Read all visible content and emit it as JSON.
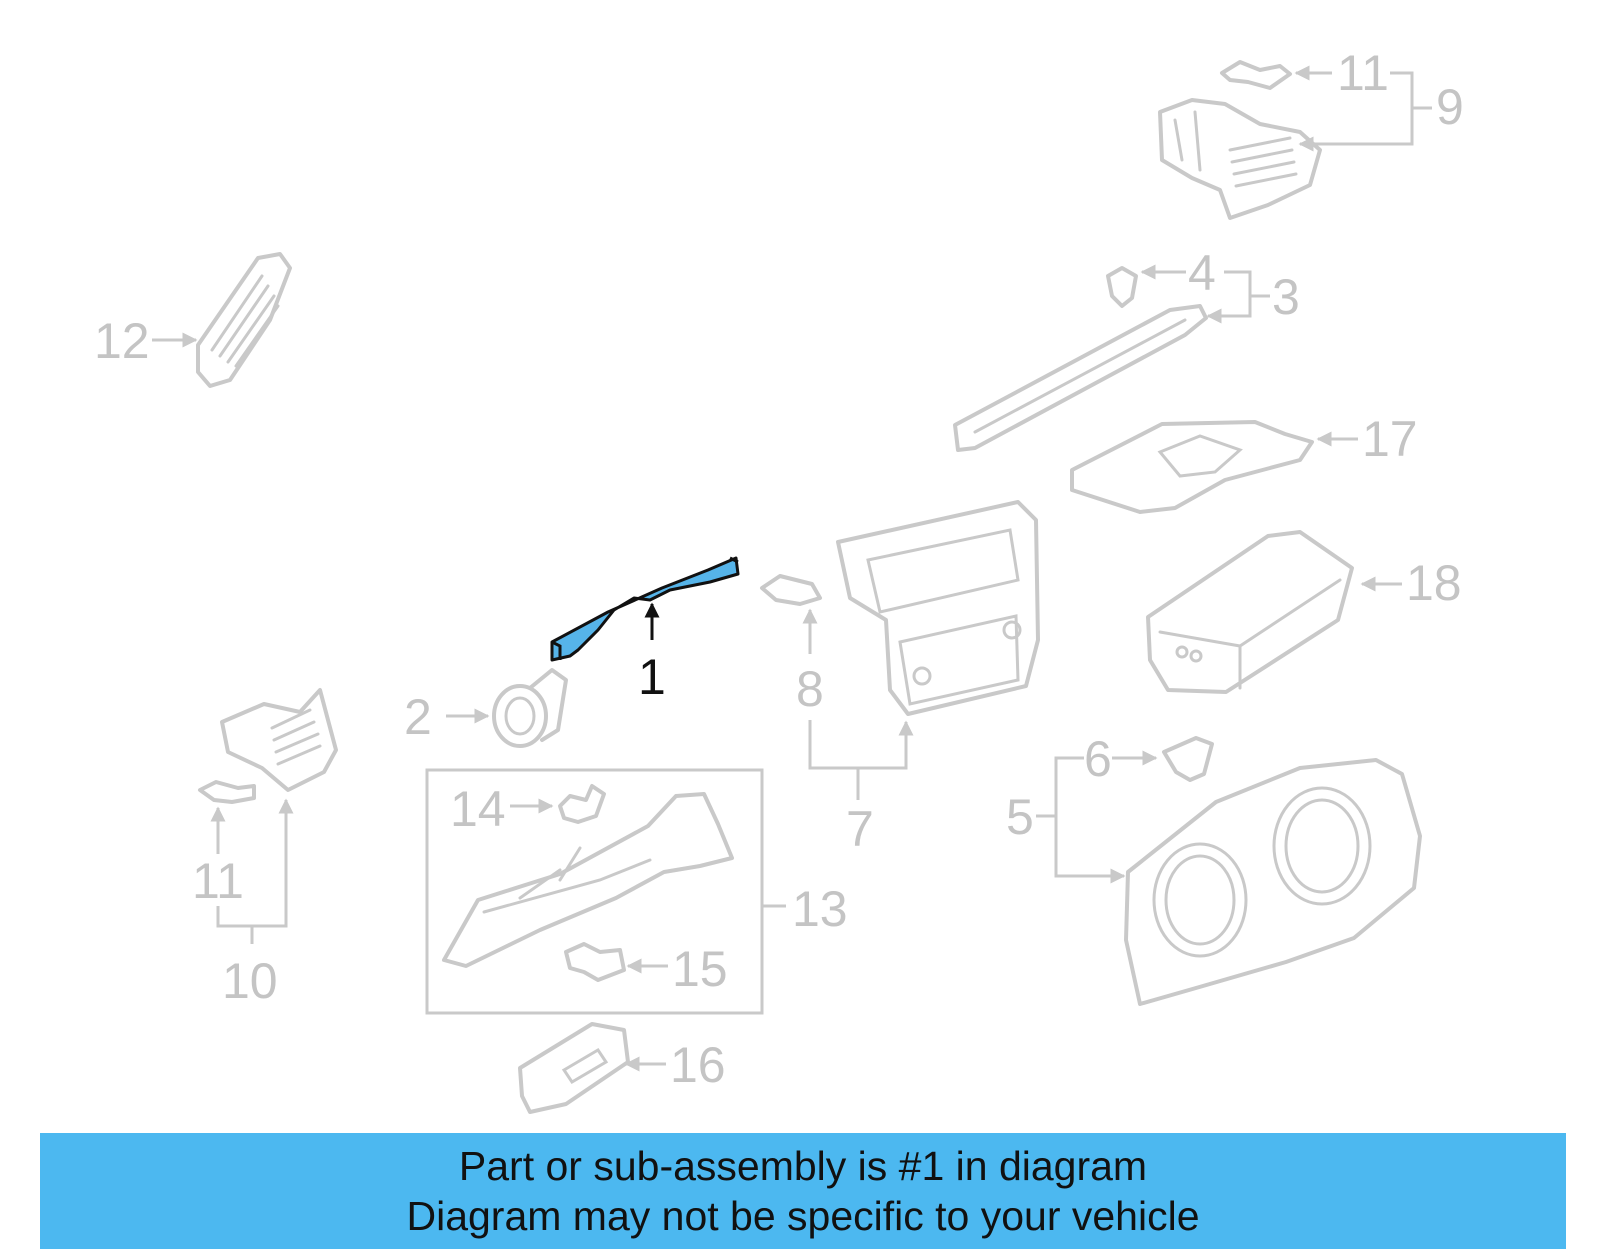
{
  "callouts": {
    "c1": "1",
    "c2": "2",
    "c3": "3",
    "c4": "4",
    "c5": "5",
    "c6": "6",
    "c7": "7",
    "c8": "8",
    "c9": "9",
    "c10": "10",
    "c11a": "11",
    "c11b": "11",
    "c12": "12",
    "c13": "13",
    "c14": "14",
    "c15": "15",
    "c16": "16",
    "c17": "17",
    "c18": "18"
  },
  "highlighted_part": "1",
  "colors": {
    "highlight": "#56b4e9",
    "banner": "#4cb8f0",
    "parts": "#c9c9c9"
  },
  "banner": {
    "line1": "Part or sub-assembly is #1 in diagram",
    "line2": "Diagram may not be specific to your vehicle"
  }
}
